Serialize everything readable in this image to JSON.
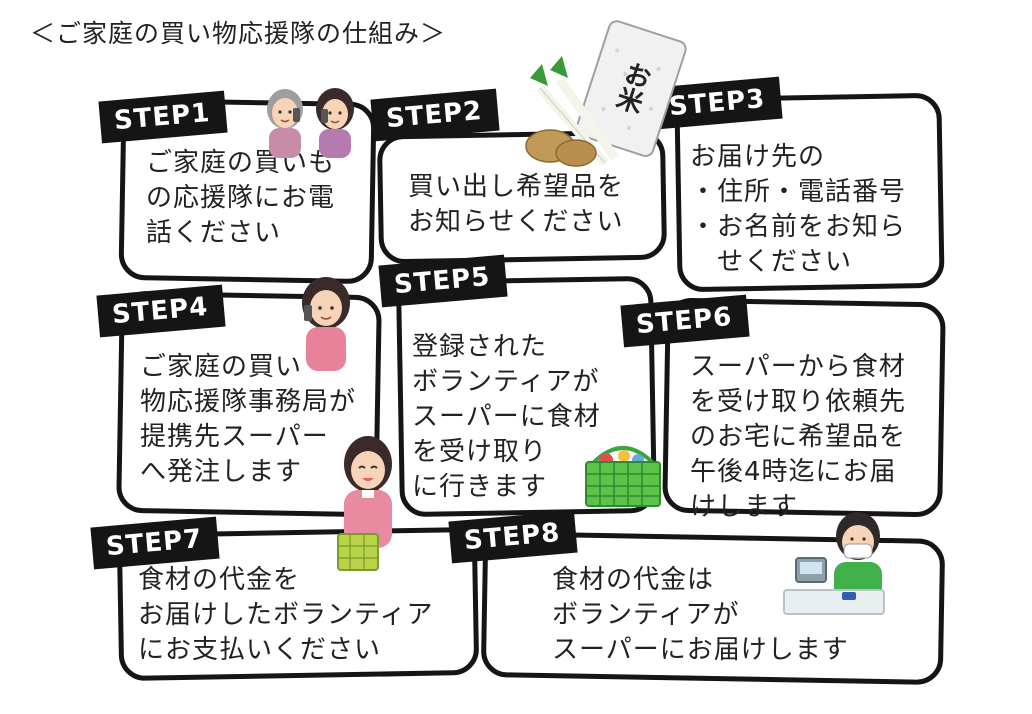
{
  "title": "＜ご家庭の買い物応援隊の仕組み＞",
  "steps": [
    {
      "label": "STEP1",
      "text": "ご家庭の買いも\nの応援隊にお電\n話ください"
    },
    {
      "label": "STEP2",
      "text": "買い出し希望品を\nお知らせください"
    },
    {
      "label": "STEP3",
      "text": "お届け先の\n・住所・電話番号\n・お名前をお知ら\n　せください"
    },
    {
      "label": "STEP4",
      "text": "ご家庭の買い\n物応援隊事務局が\n提携先スーパー\nへ発注します"
    },
    {
      "label": "STEP5",
      "text": "登録された\nボランティアが\nスーパーに食材\nを受け取り\nに行きます"
    },
    {
      "label": "STEP6",
      "text": "スーパーから食材\nを受け取り依頼先\nのお宅に希望品を\n午後4時迄にお届\nけします"
    },
    {
      "label": "STEP7",
      "text": "食材の代金を\nお届けしたボランティア\nにお支払いください"
    },
    {
      "label": "STEP8",
      "text": "食材の代金は\nボランティアが\nスーパーにお届けします"
    }
  ],
  "rice_bag_text": "お米"
}
